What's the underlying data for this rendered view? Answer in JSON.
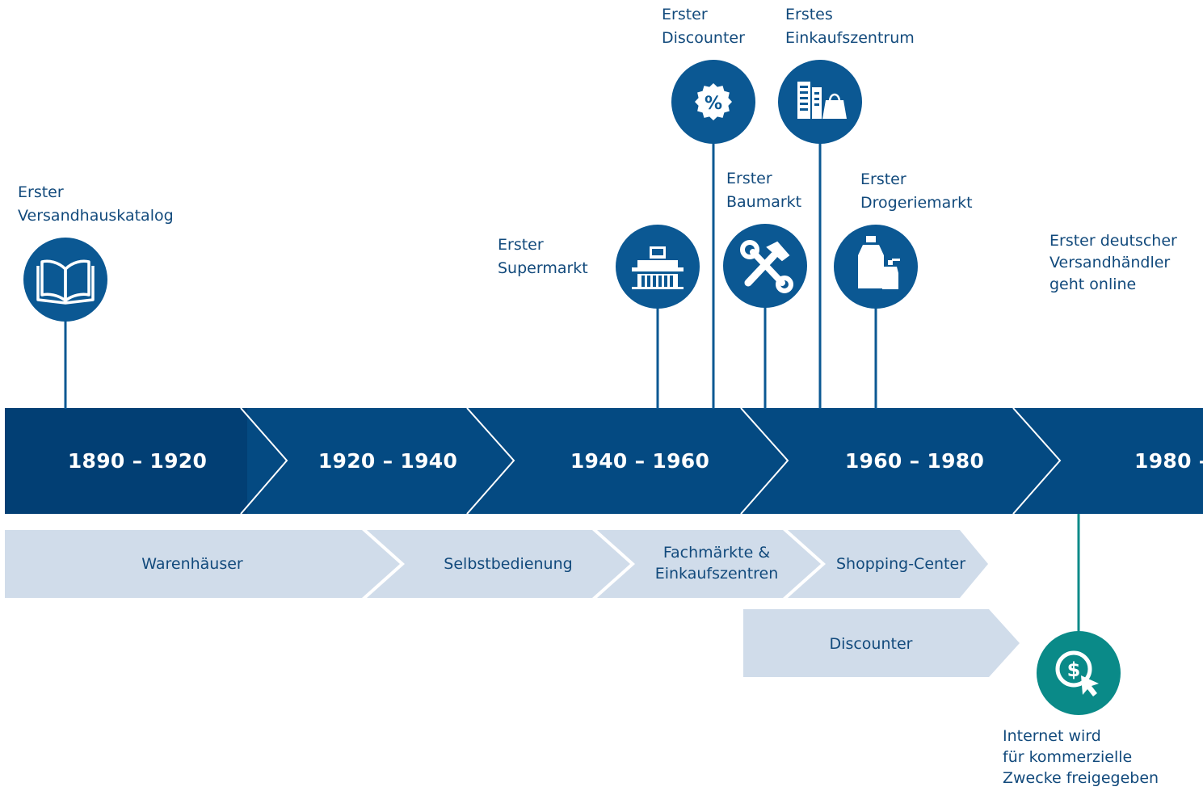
{
  "colors": {
    "band_dark": "#023f74",
    "band": "#044a82",
    "chevron_line": "#ffffff",
    "phase_fill": "#d0dcea",
    "circle_blue": "#0b5893",
    "circle_teal": "#0a8a88",
    "text": "#124a7c"
  },
  "eras": [
    {
      "label": "1890 – 1920"
    },
    {
      "label": "1920 – 1940"
    },
    {
      "label": "1940 – 1960"
    },
    {
      "label": "1960 – 1980"
    },
    {
      "label": "1980 –"
    }
  ],
  "phases": [
    {
      "lines": [
        "Warenhäuser"
      ]
    },
    {
      "lines": [
        "Selbstbedienung"
      ]
    },
    {
      "lines": [
        "Fachmärkte &",
        "Einkaufszentren"
      ]
    },
    {
      "lines": [
        "Shopping-Center"
      ]
    },
    {
      "lines": [
        "Discounter"
      ]
    }
  ],
  "milestones": [
    {
      "icon": "book-icon",
      "lines": [
        "Erster",
        "Versandhauskatalog"
      ]
    },
    {
      "icon": "supermarket-icon",
      "lines": [
        "Erster",
        "Supermarkt"
      ]
    },
    {
      "icon": "percent-badge-icon",
      "lines": [
        "Erster",
        "Discounter"
      ]
    },
    {
      "icon": "wrench-hammer-icon",
      "lines": [
        "Erster",
        "Baumarkt"
      ]
    },
    {
      "icon": "mall-bag-icon",
      "lines": [
        "Erstes",
        "Einkaufszentrum"
      ]
    },
    {
      "icon": "detergent-bottles-icon",
      "lines": [
        "Erster",
        "Drogeriemarkt"
      ]
    },
    {
      "icon": "none",
      "lines": [
        "Erster deutscher",
        "Versandhändler",
        "geht online"
      ]
    },
    {
      "icon": "dollar-click-icon",
      "lines": [
        "Internet wird",
        "für kommerzielle",
        "Zwecke freigegeben"
      ]
    }
  ]
}
